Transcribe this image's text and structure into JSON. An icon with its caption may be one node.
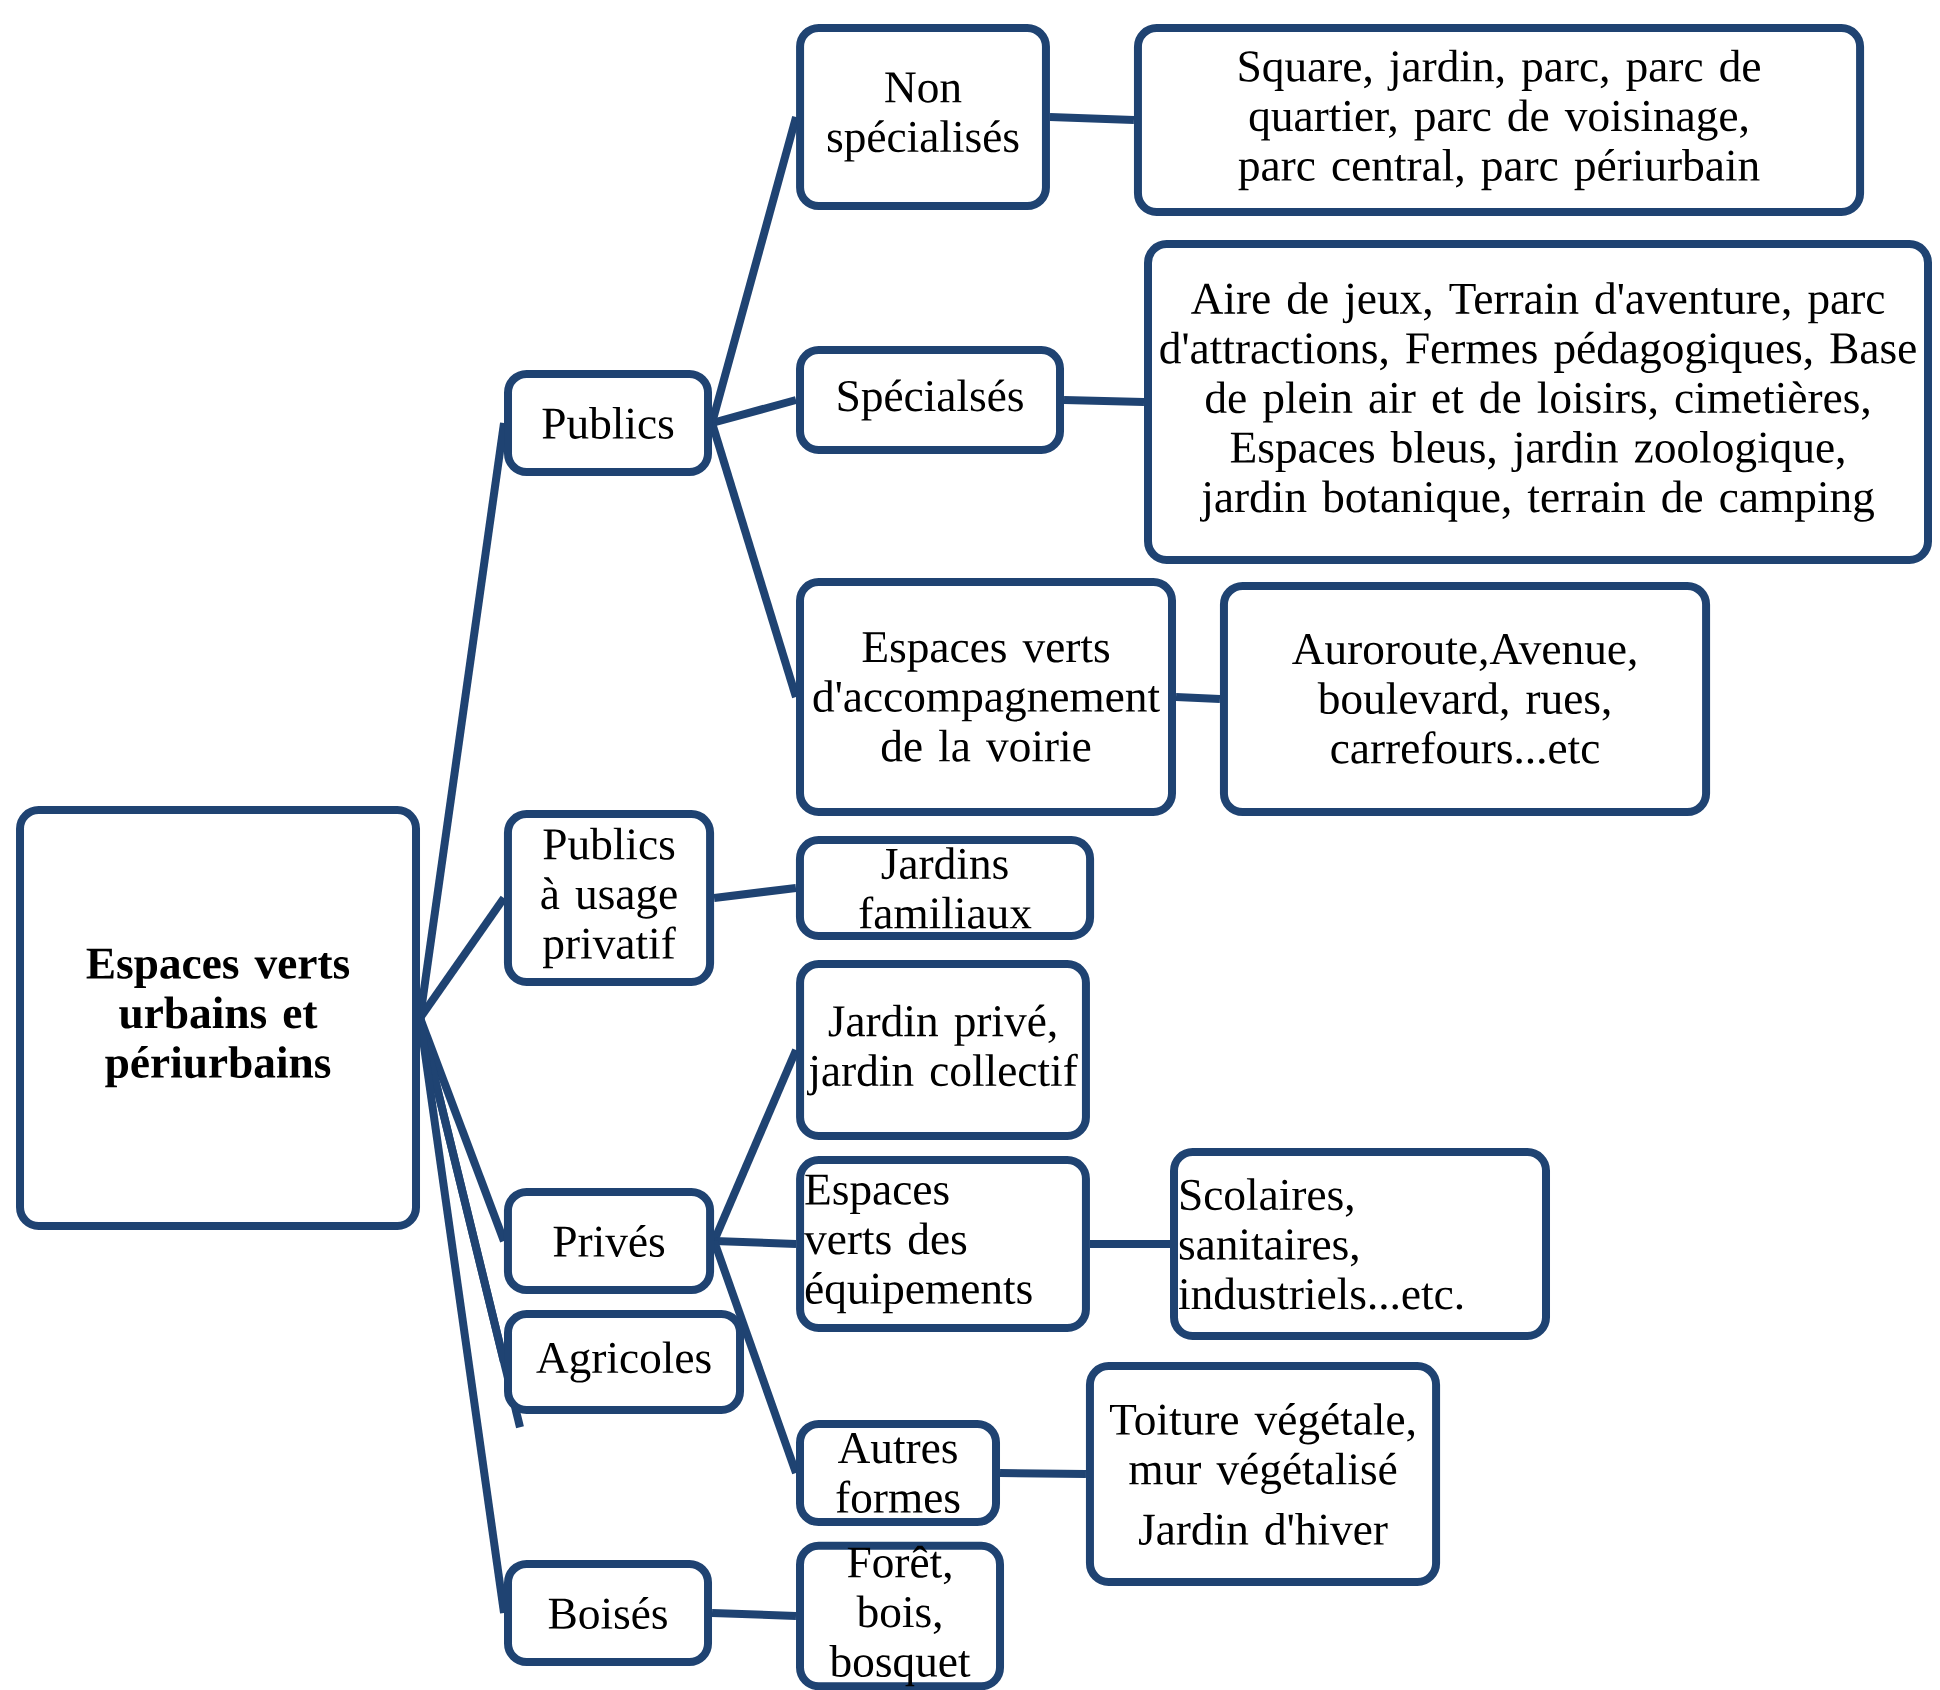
{
  "diagram": {
    "nodes": [
      {
        "text": [
          "Espaces verts urbains et périurbains"
        ]
      },
      {
        "text": [
          "Publics"
        ]
      },
      {
        "text": [
          "Non spécialisés"
        ]
      },
      {
        "text": [
          "Square, jardin, parc, parc de quartier, parc de voisinage, parc central, parc périurbain"
        ]
      },
      {
        "text": [
          "Spécialsés"
        ]
      },
      {
        "text": [
          "Aire de jeux, Terrain d'aventure, parc d'attractions, Fermes pédagogiques, Base de plein air et de loisirs, cimetières, Espaces bleus, jardin zoologique, jardin botanique, terrain de camping"
        ]
      },
      {
        "text": [
          "Espaces verts d'accompagnement de la voirie"
        ]
      },
      {
        "text": [
          "Auroroute,Avenue, boulevard, rues, carrefours...etc"
        ]
      },
      {
        "text": [
          "Publics à usage privatif"
        ]
      },
      {
        "text": [
          "Jardins familiaux"
        ]
      },
      {
        "text": [
          "Privés"
        ]
      },
      {
        "text": [
          "Jardin privé, jardin collectif"
        ]
      },
      {
        "text": [
          "Espaces verts des équipements"
        ]
      },
      {
        "text": [
          "Scolaires, sanitaires, industriels...etc."
        ]
      },
      {
        "text": [
          "Agricoles"
        ]
      },
      {
        "text": [
          "Autres formes"
        ]
      },
      {
        "text": [
          "Toiture végétale, mur végétalisé",
          "Jardin d'hiver"
        ]
      },
      {
        "text": [
          "Boisés"
        ]
      },
      {
        "text": [
          "Forêt, bois, bosquet"
        ]
      }
    ],
    "edges": [
      {
        "from": 0,
        "to": 1,
        "arrow": "none"
      },
      {
        "from": 0,
        "to": 8,
        "arrow": "none"
      },
      {
        "from": 0,
        "to": 10,
        "arrow": "none"
      },
      {
        "from": 0,
        "to": 14,
        "arrow": "none"
      },
      {
        "from": 0,
        "to": 14,
        "arrow": "none"
      },
      {
        "from": 0,
        "to": 17,
        "arrow": "none"
      },
      {
        "from": 1,
        "to": 2,
        "arrow": "none"
      },
      {
        "from": 1,
        "to": 4,
        "arrow": "none"
      },
      {
        "from": 1,
        "to": 6,
        "arrow": "none"
      },
      {
        "from": 2,
        "to": 3,
        "arrow": "none"
      },
      {
        "from": 4,
        "to": 5,
        "arrow": "none"
      },
      {
        "from": 6,
        "to": 7,
        "arrow": "none"
      },
      {
        "from": 8,
        "to": 9,
        "arrow": "none"
      },
      {
        "from": 10,
        "to": 11,
        "arrow": "none"
      },
      {
        "from": 10,
        "to": 12,
        "arrow": "none"
      },
      {
        "from": 10,
        "to": 15,
        "arrow": "none"
      },
      {
        "from": 12,
        "to": 13,
        "arrow": "none"
      },
      {
        "from": 15,
        "to": 16,
        "arrow": "none"
      },
      {
        "from": 17,
        "to": 18,
        "arrow": "none"
      }
    ]
  }
}
